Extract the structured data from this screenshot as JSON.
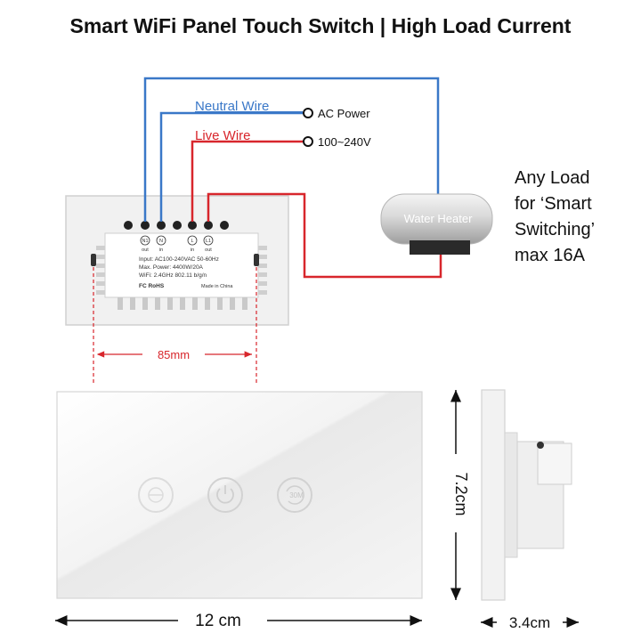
{
  "title": "Smart WiFi Panel Touch Switch | High Load Current",
  "wiring": {
    "neutral_label": "Neutral Wire",
    "live_label": "Live Wire",
    "ac_power_label": "AC Power",
    "voltage_label": "100~240V",
    "neutral_color": "#3a78c8",
    "live_color": "#d8262c"
  },
  "load": {
    "device_label": "Water Heater",
    "note_lines": [
      "Any Load",
      "for ‘Smart",
      "Switching’",
      "max 16A"
    ]
  },
  "switch_back": {
    "terminals": [
      "N1",
      "N",
      "L",
      "L1"
    ],
    "terminal_sub": [
      "out",
      "in",
      "in",
      "out"
    ],
    "spec_lines": [
      "Input: AC100-240VAC 50-60Hz",
      "Max. Power: 4400W/20A",
      "WiFi: 2.4GHz 802.11 b/g/n"
    ],
    "marks": "FC RoHS",
    "made_in": "Made in China"
  },
  "dimensions": {
    "mount_spacing": "85mm",
    "width": "12 cm",
    "height": "7.2cm",
    "depth": "3.4cm"
  },
  "front_panel": {
    "buttons": [
      "light-icon",
      "power-icon",
      "timer-30m-icon"
    ],
    "timer_text": "30M"
  }
}
